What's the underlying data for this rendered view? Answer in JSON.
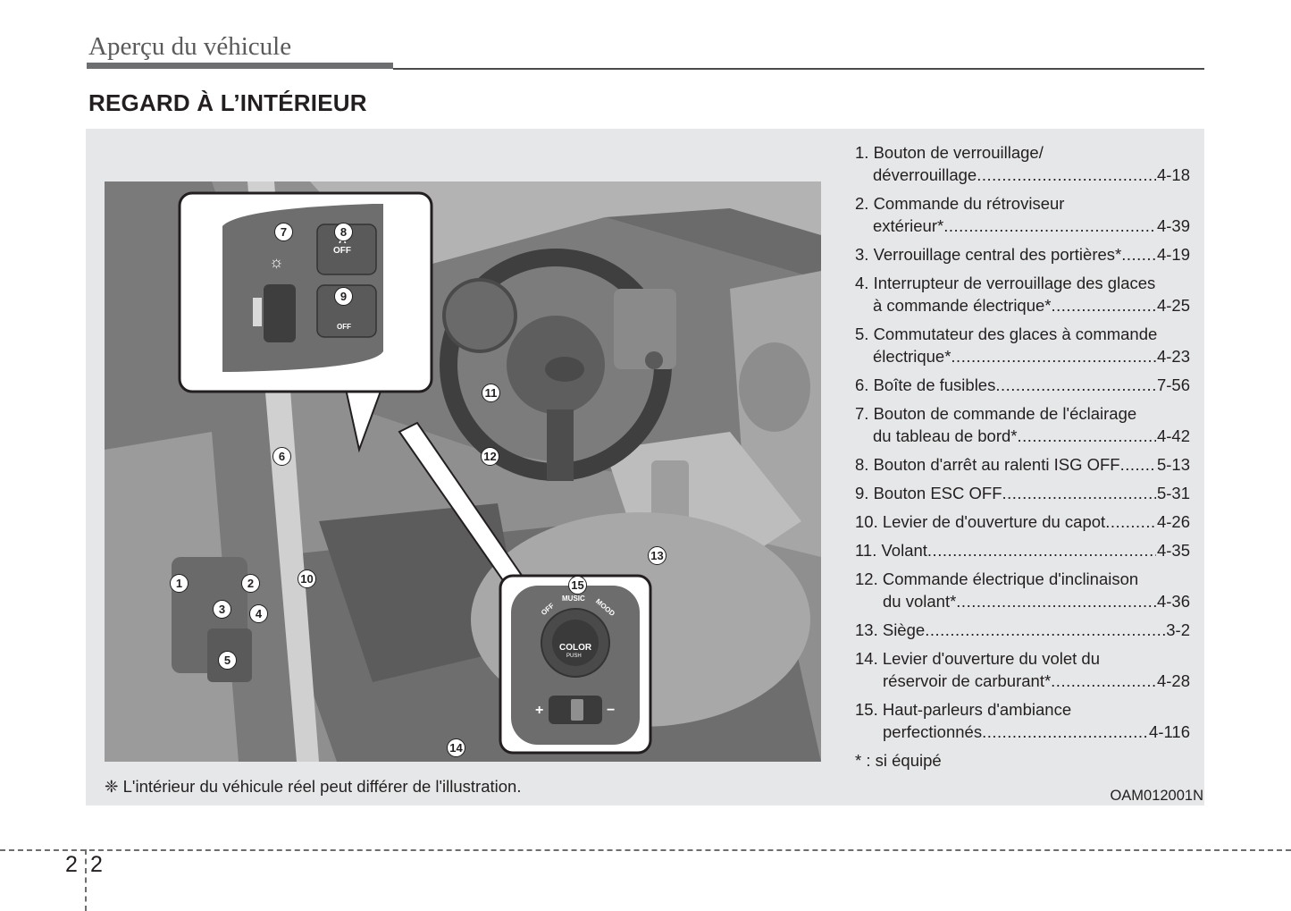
{
  "header": {
    "title": "Aperçu du véhicule"
  },
  "section": {
    "title": "REGARD À L’INTÉRIEUR"
  },
  "illustration": {
    "callouts": [
      "1",
      "2",
      "3",
      "4",
      "5",
      "6",
      "7",
      "8",
      "9",
      "10",
      "11",
      "12",
      "13",
      "14",
      "15"
    ],
    "inset_top": {
      "button8_label": "OFF",
      "button9_label": "OFF",
      "button8_glyph": "A"
    },
    "inset_bottom": {
      "ring_labels": [
        "OFF",
        "MUSIC",
        "MOOD"
      ],
      "knob_label": "COLOR",
      "knob_sub": "PUSH",
      "plus": "+",
      "minus": "−"
    }
  },
  "legend": [
    {
      "lines": [
        {
          "text": "1. Bouton de verrouillage/"
        },
        {
          "text": "déverrouillage ",
          "page": "4-18"
        }
      ]
    },
    {
      "lines": [
        {
          "text": "2. Commande du rétroviseur"
        },
        {
          "text": "extérieur*",
          "page": "4-39"
        }
      ]
    },
    {
      "lines": [
        {
          "text": "3. Verrouillage central des portières*",
          "page": "4-19"
        }
      ]
    },
    {
      "lines": [
        {
          "text": "4. Interrupteur de verrouillage des glaces"
        },
        {
          "text": "à commande électrique*",
          "page": "4-25"
        }
      ]
    },
    {
      "lines": [
        {
          "text": "5. Commutateur des glaces à commande"
        },
        {
          "text": "électrique*",
          "page": "4-23"
        }
      ]
    },
    {
      "lines": [
        {
          "text": "6. Boîte de fusibles ",
          "page": "7-56"
        }
      ]
    },
    {
      "lines": [
        {
          "text": "7. Bouton de commande de l'éclairage"
        },
        {
          "text": "du tableau de bord* ",
          "page": "4-42"
        }
      ]
    },
    {
      "lines": [
        {
          "text": "8. Bouton d'arrêt au ralenti ISG OFF",
          "page": "5-13"
        }
      ]
    },
    {
      "lines": [
        {
          "text": "9. Bouton ESC OFF",
          "page": "5-31"
        }
      ]
    },
    {
      "lines": [
        {
          "text": "10. Levier de d'ouverture du capot ",
          "page": "4-26"
        }
      ]
    },
    {
      "lines": [
        {
          "text": "11. Volant ",
          "page": "4-35"
        }
      ]
    },
    {
      "lines": [
        {
          "text": "12. Commande électrique d'inclinaison"
        },
        {
          "text": "du volant*",
          "page": "4-36"
        }
      ]
    },
    {
      "lines": [
        {
          "text": "13. Siège",
          "page": "3-2"
        }
      ]
    },
    {
      "lines": [
        {
          "text": "14. Levier d'ouverture du volet du"
        },
        {
          "text": "réservoir de carburant* ",
          "page": "4-28"
        }
      ]
    },
    {
      "lines": [
        {
          "text": "15. Haut-parleurs d'ambiance"
        },
        {
          "text": "perfectionnés ",
          "page": "4-116"
        }
      ]
    }
  ],
  "legend_footnote": "* : si équipé",
  "disclaimer": "❈ L'intérieur du véhicule réel peut différer de l'illustration.",
  "figure_code": "OAM012001N",
  "footer": {
    "chapter": "2",
    "page": "2"
  }
}
